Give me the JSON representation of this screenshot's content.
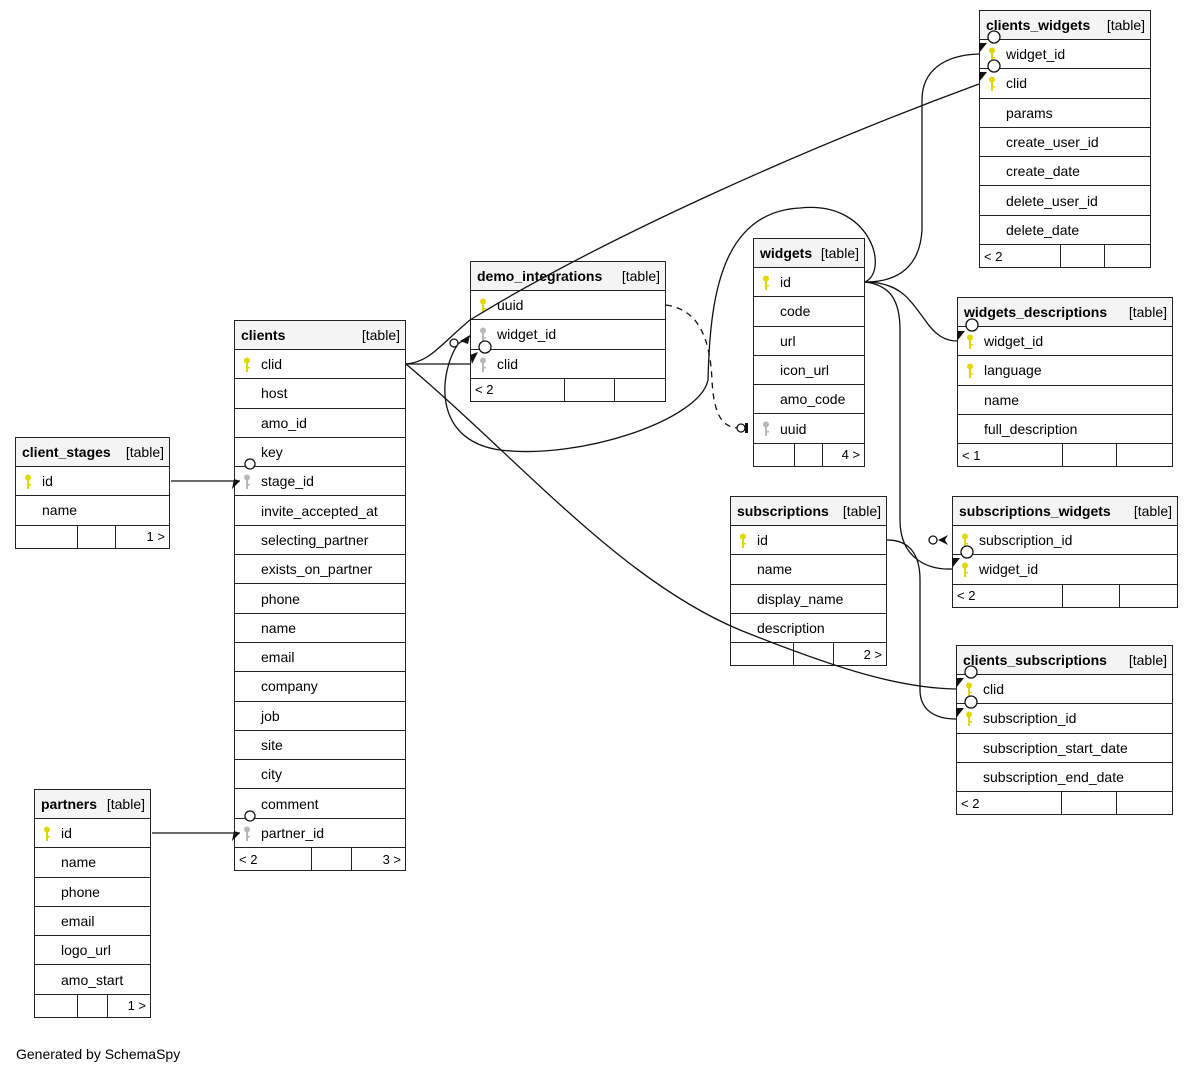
{
  "credit": "Generated by SchemaSpy",
  "type_label": "[table]",
  "tables": {
    "clients_widgets": {
      "name": "clients_widgets",
      "columns": [
        {
          "name": "widget_id",
          "key": "pk"
        },
        {
          "name": "clid",
          "key": "pk"
        },
        {
          "name": "params",
          "key": ""
        },
        {
          "name": "create_user_id",
          "key": ""
        },
        {
          "name": "create_date",
          "key": ""
        },
        {
          "name": "delete_user_id",
          "key": ""
        },
        {
          "name": "delete_date",
          "key": ""
        }
      ],
      "footer": [
        "< 2",
        "",
        ""
      ]
    },
    "demo_integrations": {
      "name": "demo_integrations",
      "columns": [
        {
          "name": "uuid",
          "key": "pk"
        },
        {
          "name": "widget_id",
          "key": "fk"
        },
        {
          "name": "clid",
          "key": "fk"
        }
      ],
      "footer": [
        "< 2",
        "",
        ""
      ]
    },
    "widgets": {
      "name": "widgets",
      "columns": [
        {
          "name": "id",
          "key": "pk"
        },
        {
          "name": "code",
          "key": ""
        },
        {
          "name": "url",
          "key": ""
        },
        {
          "name": "icon_url",
          "key": ""
        },
        {
          "name": "amo_code",
          "key": ""
        },
        {
          "name": "uuid",
          "key": "fk"
        }
      ],
      "footer": [
        "",
        "",
        "4 >"
      ]
    },
    "clients": {
      "name": "clients",
      "columns": [
        {
          "name": "clid",
          "key": "pk"
        },
        {
          "name": "host",
          "key": ""
        },
        {
          "name": "amo_id",
          "key": ""
        },
        {
          "name": "key",
          "key": ""
        },
        {
          "name": "stage_id",
          "key": "fk"
        },
        {
          "name": "invite_accepted_at",
          "key": ""
        },
        {
          "name": "selecting_partner",
          "key": ""
        },
        {
          "name": "exists_on_partner",
          "key": ""
        },
        {
          "name": "phone",
          "key": ""
        },
        {
          "name": "name",
          "key": ""
        },
        {
          "name": "email",
          "key": ""
        },
        {
          "name": "company",
          "key": ""
        },
        {
          "name": "job",
          "key": ""
        },
        {
          "name": "site",
          "key": ""
        },
        {
          "name": "city",
          "key": ""
        },
        {
          "name": "comment",
          "key": ""
        },
        {
          "name": "partner_id",
          "key": "fk"
        }
      ],
      "footer": [
        "< 2",
        "",
        "3 >"
      ]
    },
    "client_stages": {
      "name": "client_stages",
      "columns": [
        {
          "name": "id",
          "key": "pk"
        },
        {
          "name": "name",
          "key": ""
        }
      ],
      "footer": [
        "",
        "",
        "1 >"
      ]
    },
    "partners": {
      "name": "partners",
      "columns": [
        {
          "name": "id",
          "key": "pk"
        },
        {
          "name": "name",
          "key": ""
        },
        {
          "name": "phone",
          "key": ""
        },
        {
          "name": "email",
          "key": ""
        },
        {
          "name": "logo_url",
          "key": ""
        },
        {
          "name": "amo_start",
          "key": ""
        }
      ],
      "footer": [
        "",
        "",
        "1 >"
      ]
    },
    "widgets_descriptions": {
      "name": "widgets_descriptions",
      "columns": [
        {
          "name": "widget_id",
          "key": "pk"
        },
        {
          "name": "language",
          "key": "pk"
        },
        {
          "name": "name",
          "key": ""
        },
        {
          "name": "full_description",
          "key": ""
        }
      ],
      "footer": [
        "< 1",
        "",
        ""
      ]
    },
    "subscriptions": {
      "name": "subscriptions",
      "columns": [
        {
          "name": "id",
          "key": "pk"
        },
        {
          "name": "name",
          "key": ""
        },
        {
          "name": "display_name",
          "key": ""
        },
        {
          "name": "description",
          "key": ""
        }
      ],
      "footer": [
        "",
        "",
        "2 >"
      ]
    },
    "subscriptions_widgets": {
      "name": "subscriptions_widgets",
      "columns": [
        {
          "name": "subscription_id",
          "key": "pk"
        },
        {
          "name": "widget_id",
          "key": "pk"
        }
      ],
      "footer": [
        "< 2",
        "",
        ""
      ]
    },
    "clients_subscriptions": {
      "name": "clients_subscriptions",
      "columns": [
        {
          "name": "clid",
          "key": "pk"
        },
        {
          "name": "subscription_id",
          "key": "pk"
        },
        {
          "name": "subscription_start_date",
          "key": ""
        },
        {
          "name": "subscription_end_date",
          "key": ""
        }
      ],
      "footer": [
        "< 2",
        "",
        ""
      ]
    }
  },
  "relationships": [
    {
      "from": "client_stages.id",
      "to": "clients.stage_id"
    },
    {
      "from": "partners.id",
      "to": "clients.partner_id"
    },
    {
      "from": "clients.clid",
      "to": "demo_integrations.clid"
    },
    {
      "from": "widgets.id",
      "to": "demo_integrations.widget_id"
    },
    {
      "from": "clients.clid",
      "to": "clients_widgets.clid"
    },
    {
      "from": "widgets.id",
      "to": "clients_widgets.widget_id"
    },
    {
      "from": "widgets.id",
      "to": "widgets_descriptions.widget_id"
    },
    {
      "from": "widgets.id",
      "to": "subscriptions_widgets.widget_id"
    },
    {
      "from": "subscriptions.id",
      "to": "clients_subscriptions.subscription_id"
    },
    {
      "from": "clients.clid",
      "to": "clients_subscriptions.clid"
    },
    {
      "from": "demo_integrations.uuid",
      "to": "widgets.uuid",
      "style": "dashed"
    },
    {
      "from": "subscriptions.id",
      "to": "subscriptions_widgets.subscription_id"
    }
  ],
  "colors": {
    "pk_key": "#e0d800",
    "fk_key": "#b8b8b8",
    "header_bg": "#f4f4f4",
    "border": "#222222"
  }
}
